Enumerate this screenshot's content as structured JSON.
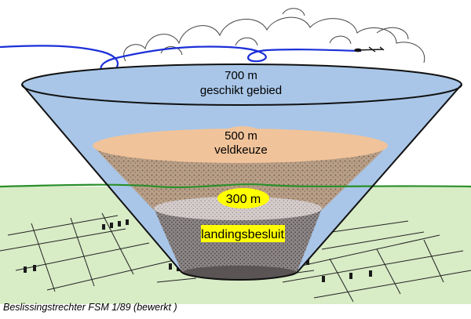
{
  "labels": {
    "level_700_height": "700 m",
    "level_700_name": "geschikt gebied",
    "level_500_height": "500 m",
    "level_500_name": "veldkeuze",
    "level_300_height": "300 m",
    "level_300_name": "landingsbesluit"
  },
  "caption": "Beslissingstrechter FSM 1/89 (bewerkt )",
  "colors": {
    "sky_band": "#a9c6e8",
    "tan_band": "#f1c39a",
    "ground": "#d8ecc6",
    "highlight": "#ffff00",
    "flight_path": "#1b2fd8",
    "horizon_line": "#2a8f2a"
  },
  "icons": [
    "glider-icon",
    "cloud-icon"
  ]
}
